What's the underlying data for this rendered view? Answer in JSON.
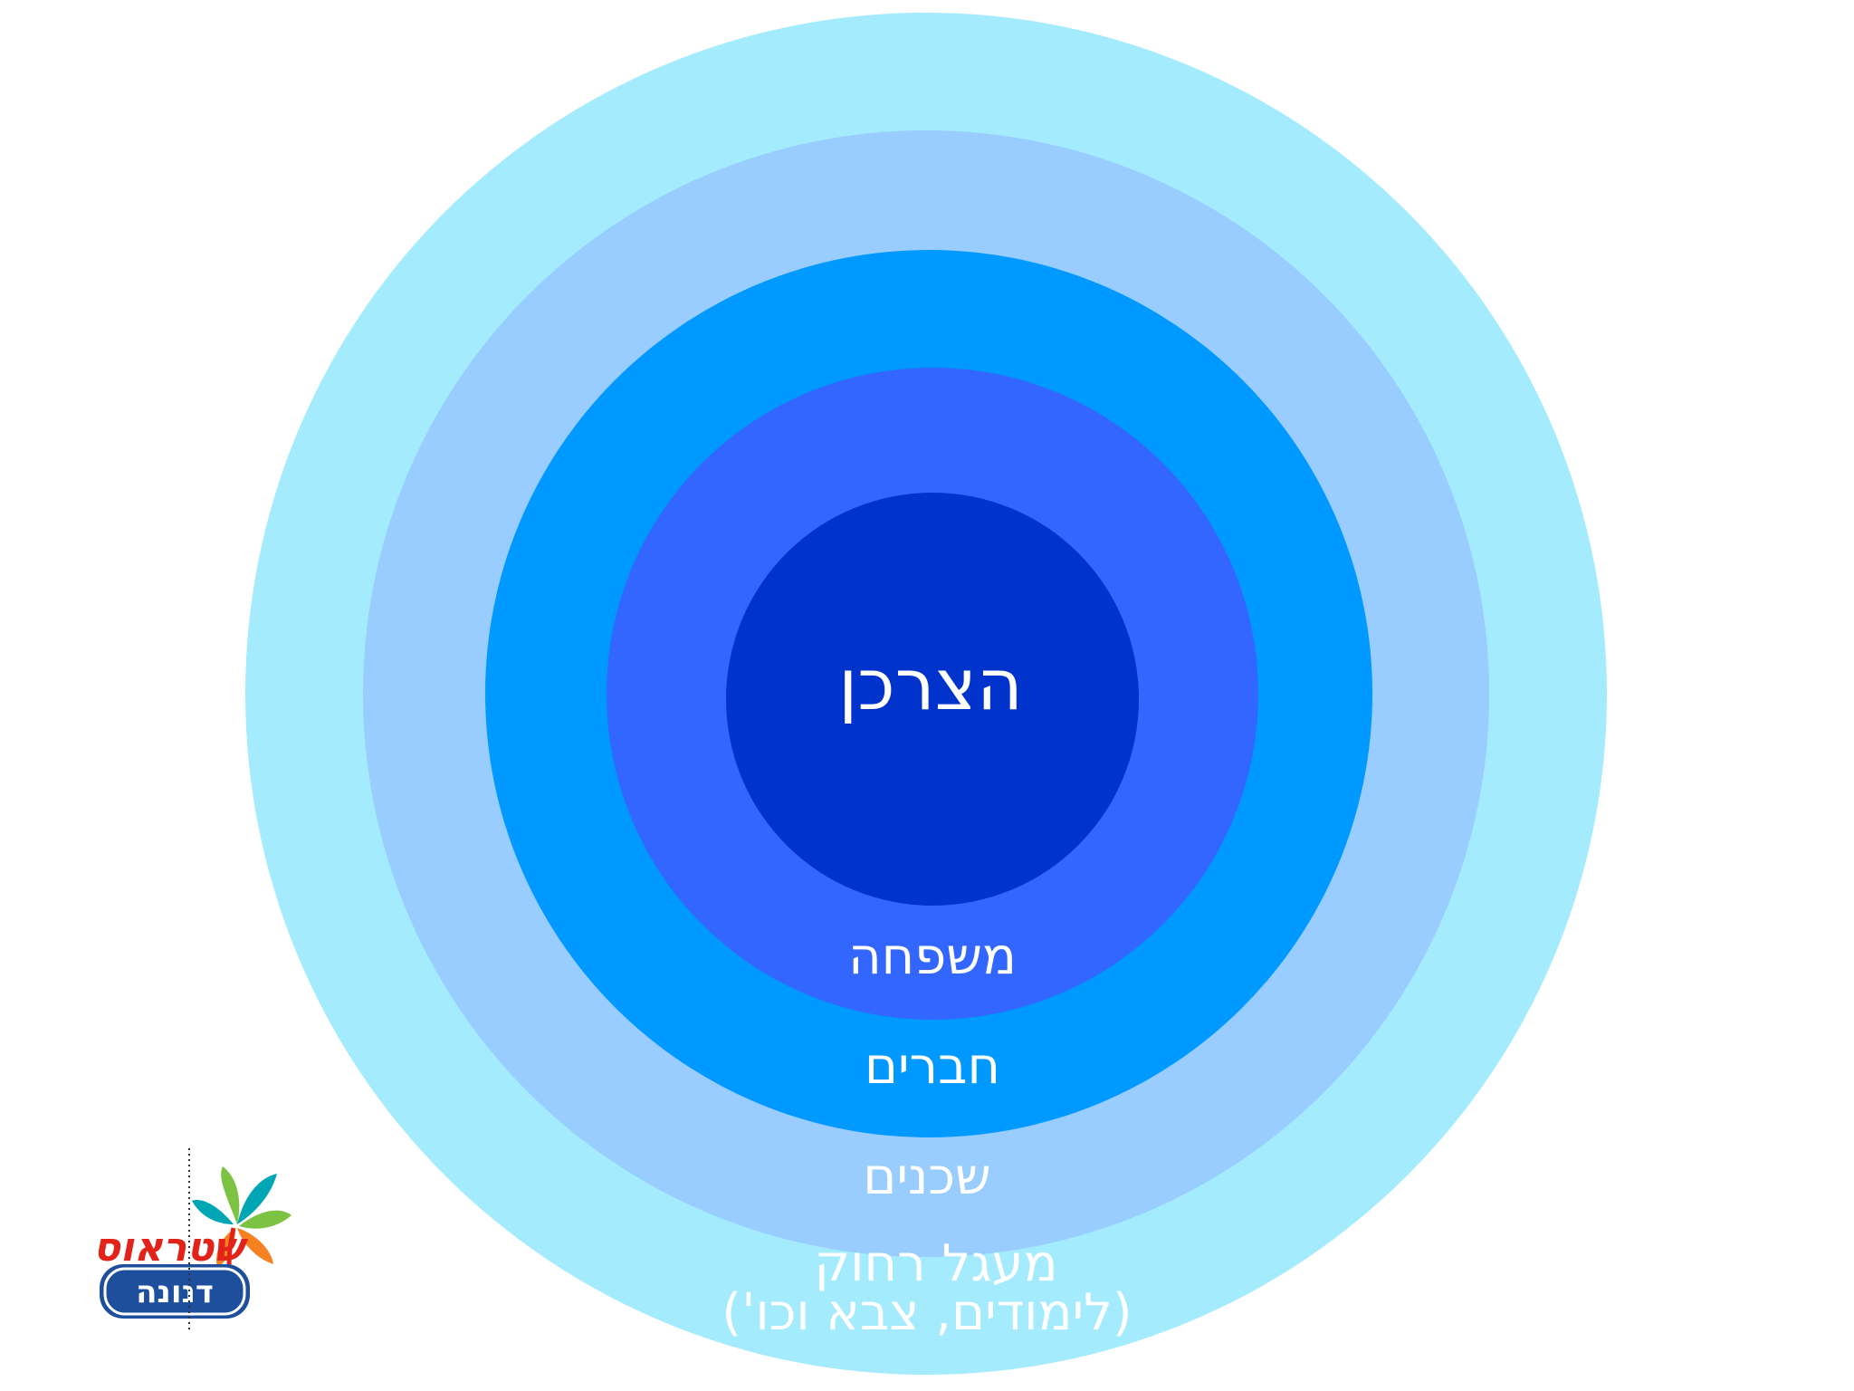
{
  "diagram": {
    "center": {
      "label": "הצרכן",
      "color": "#0033cc"
    },
    "rings": [
      {
        "label": "משפחה",
        "color": "#3366ff"
      },
      {
        "label": "חברים",
        "color": "#0099ff"
      },
      {
        "label": "שכנים",
        "color": "#99ccff"
      },
      {
        "label": "מעגל רחוק",
        "sublabel": "(לימודים, צבא וכו')",
        "color": "#a3ebfd"
      }
    ]
  },
  "logo": {
    "brand_text": "שטראוס",
    "sub_brand_text": "דנונה",
    "colors": {
      "brand": "#e2231a",
      "badge": "#1d4f9c",
      "leaf_green": "#7cc243",
      "leaf_orange": "#f58220",
      "leaf_teal": "#00a6b4"
    }
  }
}
